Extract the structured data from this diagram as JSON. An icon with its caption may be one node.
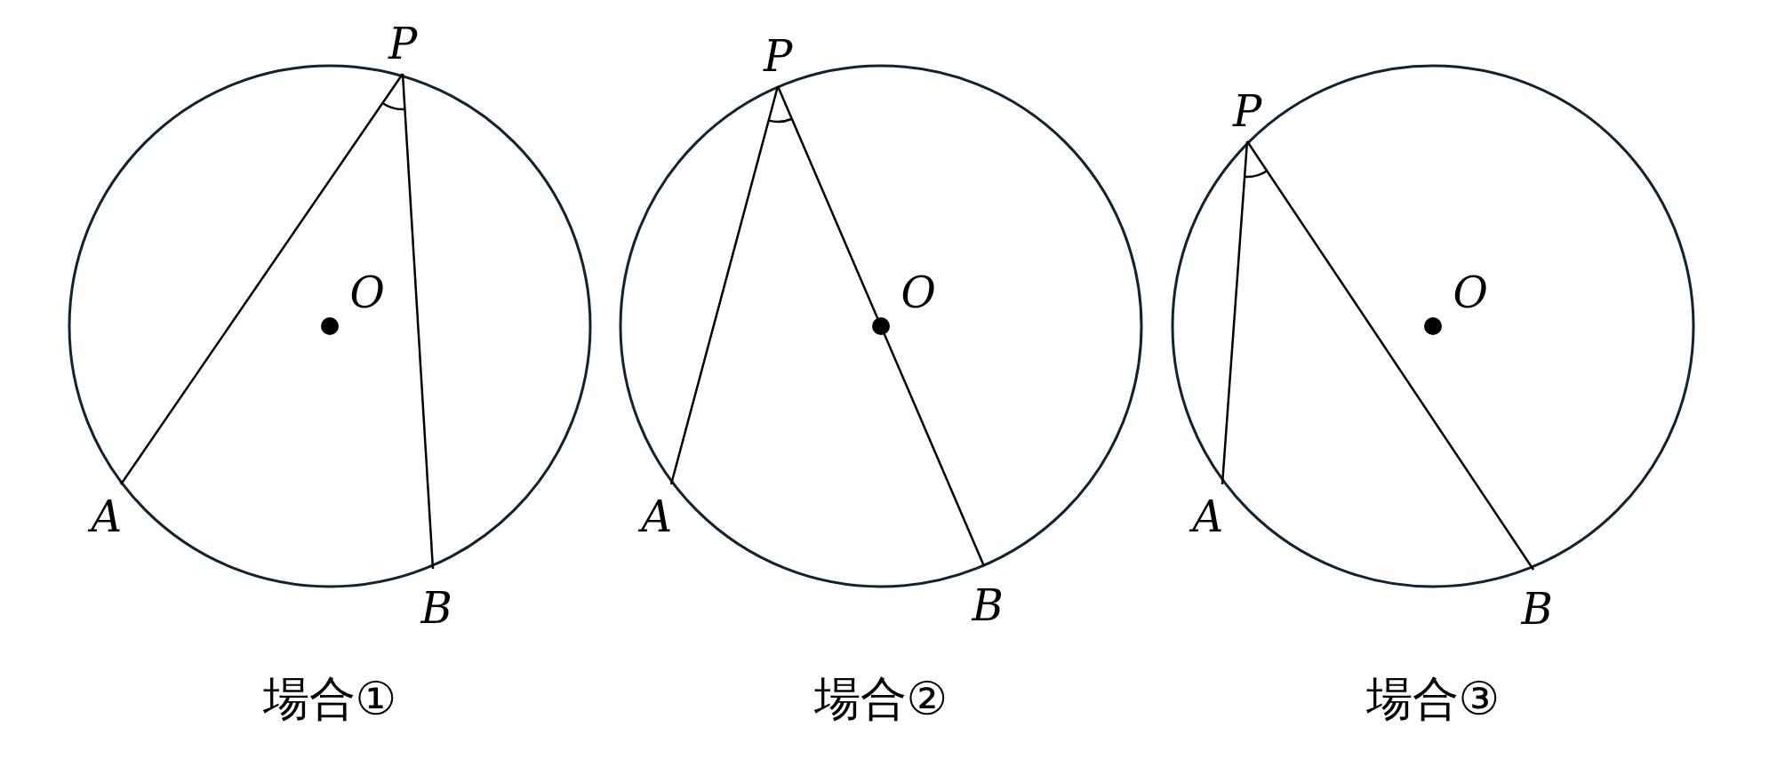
{
  "diagram": {
    "nodes": [
      {
        "text": [
          "P"
        ]
      },
      {
        "text": [
          "O"
        ]
      },
      {
        "text": [
          "A"
        ]
      },
      {
        "text": [
          "B"
        ]
      },
      {
        "text": [
          "P"
        ]
      },
      {
        "text": [
          "O"
        ]
      },
      {
        "text": [
          "A"
        ]
      },
      {
        "text": [
          "B"
        ]
      },
      {
        "text": [
          "P"
        ]
      },
      {
        "text": [
          "O"
        ]
      },
      {
        "text": [
          "A"
        ]
      },
      {
        "text": [
          "B"
        ]
      }
    ],
    "edges": [
      {
        "from": 0,
        "to": 2,
        "arrow": "none"
      },
      {
        "from": 0,
        "to": 3,
        "arrow": "none"
      },
      {
        "from": 4,
        "to": 6,
        "arrow": "none"
      },
      {
        "from": 4,
        "to": 7,
        "arrow": "none"
      },
      {
        "from": 8,
        "to": 10,
        "arrow": "none"
      },
      {
        "from": 8,
        "to": 11,
        "arrow": "none"
      }
    ],
    "labels": [
      "場合①",
      "場合②",
      "場合③"
    ]
  }
}
